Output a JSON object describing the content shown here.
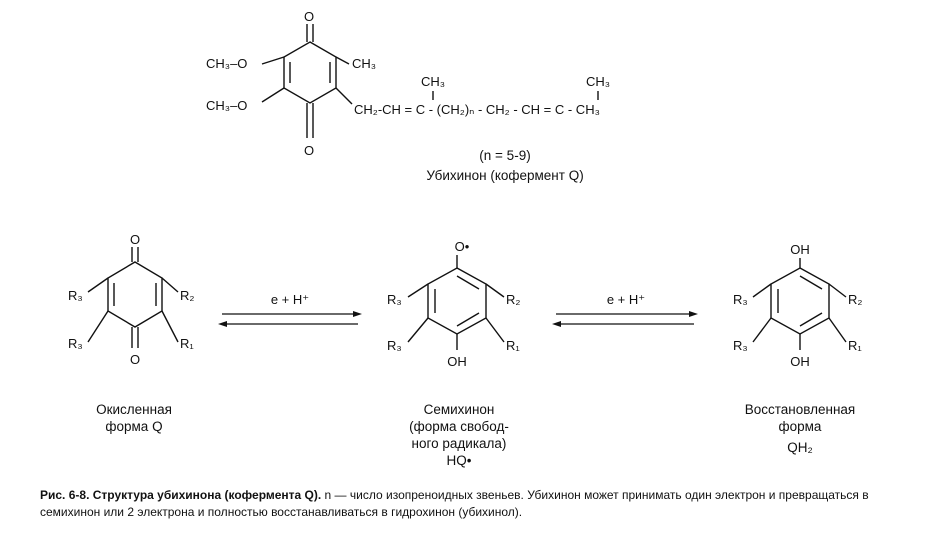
{
  "ubiquinone": {
    "ch3o_top": "CH₃–O",
    "ch3o_bottom": "CH₃–O",
    "o_top": "O",
    "o_bottom": "O",
    "ch3": "CH₃",
    "chain": "CH₂-CH = C - (CH₂)ₙ - CH₂ - CH = C - CH₃",
    "chain_ch3_1": "CH₃",
    "chain_ch3_2": "CH₃",
    "n_range": "(n = 5-9)",
    "name": "Убихинон (кофермент Q)"
  },
  "quinone": {
    "o_top": "O",
    "o_bottom": "O",
    "r3_top": "R₃",
    "r2": "R₂",
    "r3_bottom": "R₃",
    "r1": "R₁",
    "name_line1": "Окисленная",
    "name_line2": "форма Q"
  },
  "semiquinone": {
    "o_top": "O•",
    "oh_bottom": "OH",
    "r3_top": "R₃",
    "r2": "R₂",
    "r3_bottom": "R₃",
    "r1": "R₁",
    "name_line1": "Семихинон",
    "name_line2": "(форма свобод-",
    "name_line3": "ного радикала)",
    "name_line4": "HQ•"
  },
  "hydroquinone": {
    "oh_top": "OH",
    "oh_bottom": "OH",
    "r3_top": "R₃",
    "r2": "R₂",
    "r3_bottom": "R₃",
    "r1": "R₁",
    "name_line1": "Восстановленная",
    "name_line2": "форма",
    "name_line3": "QH₂"
  },
  "arrows": {
    "label_1": "e + H⁺",
    "label_2": "e + H⁺"
  },
  "caption": {
    "title": "Рис. 6-8. Структура убихинона (кофермента Q).",
    "text": " n — число изопреноидных звеньев. Убихинон может принимать один электрон и превращаться в семихинон или 2 электрона и полностью восстанавливаться в гидрохинон (убихинол)."
  }
}
